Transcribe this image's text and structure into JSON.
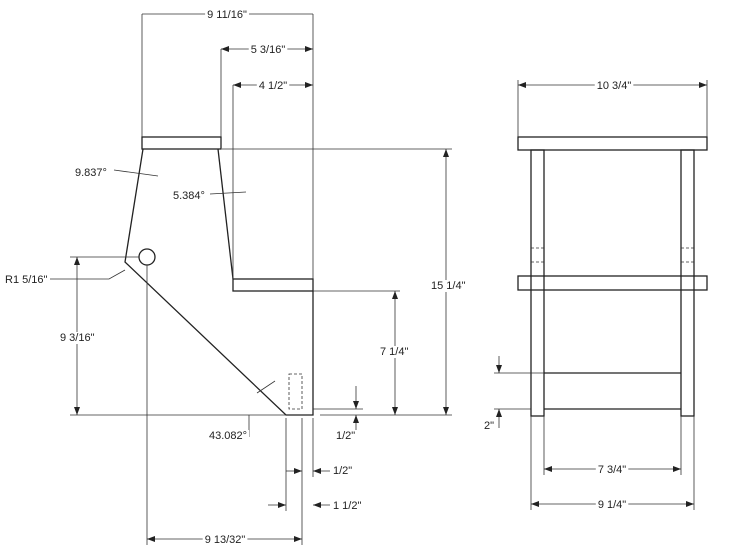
{
  "colors": {
    "ink": "#222222",
    "background": "#ffffff"
  },
  "side_view": {
    "dimensions": {
      "overall_width": "9 11/16\"",
      "top_step_width": "5 3/16\"",
      "inner_width": "4 1/2\"",
      "back_angle": "9.837°",
      "inner_angle": "5.384°",
      "radius": "R1 5/16\"",
      "total_height": "15 1/4\"",
      "pivot_height": "9 3/16\"",
      "lower_step_height": "7 1/4\"",
      "diagonal_angle": "43.082°",
      "foot_height": "1/2\"",
      "foot_width": "1/2\"",
      "foot_offset": "1 1/2\"",
      "base_length": "9 13/32\""
    }
  },
  "front_view": {
    "dimensions": {
      "top_width": "10 3/4\"",
      "rail_height": "2\"",
      "inner_width": "7 3/4\"",
      "outer_width": "9 1/4\""
    }
  }
}
